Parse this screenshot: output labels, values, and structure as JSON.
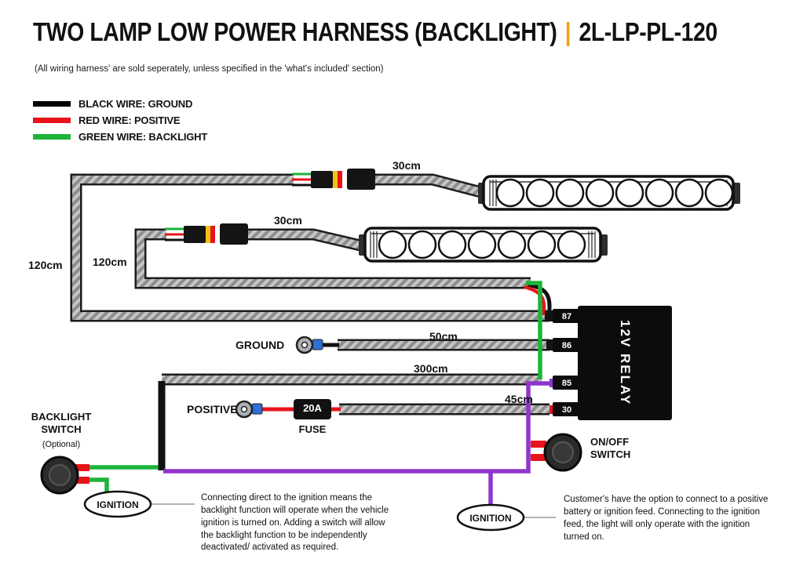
{
  "header": {
    "title": "TWO LAMP LOW POWER HARNESS (BACKLIGHT)",
    "separator": "|",
    "part_number": "2L-LP-PL-120",
    "subtitle": "(All wiring harness' are sold seperately, unless specified in the 'what's included' section)"
  },
  "legend": {
    "items": [
      {
        "label": "BLACK WIRE: GROUND",
        "color": "#000000"
      },
      {
        "label": "RED WIRE: POSITIVE",
        "color": "#e8131b"
      },
      {
        "label": "GREEN WIRE: BACKLIGHT",
        "color": "#1cb53a"
      }
    ]
  },
  "diagram": {
    "lamp_lead_length_1": "30cm",
    "lamp_lead_length_2": "30cm",
    "harness_length_1": "120cm",
    "harness_length_2": "120cm",
    "ground_length": "50cm",
    "backlight_length": "300cm",
    "positive_length": "45cm",
    "ground_label": "GROUND",
    "positive_label": "POSITIVE",
    "fuse_rating": "20A",
    "fuse_label": "FUSE",
    "relay_label": "12V RELAY",
    "relay_pins": [
      "87",
      "86",
      "85",
      "30"
    ],
    "backlight_switch_label": "BACKLIGHT SWITCH",
    "backlight_switch_sub": "(Optional)",
    "onoff_switch_label": "ON/OFF SWITCH",
    "ignition_left": "IGNITION",
    "ignition_right": "IGNITION",
    "note_left": "Connecting direct to the ignition means the backlight function will operate when the vehicle ignition is turned on. Adding a switch will allow the backlight function to be independently deactivated/ activated as required.",
    "note_right": "Customer's have the option to connect to a positive battery or ignition feed. Connecting to the ignition feed, the light will only operate with the ignition turned on."
  },
  "colors": {
    "accent_orange": "#f1a01e",
    "wire_black": "#111111",
    "wire_red": "#e8131b",
    "wire_green": "#1cb53a",
    "wire_purple": "#8f35cc",
    "relay_body": "#0c0c0c"
  }
}
